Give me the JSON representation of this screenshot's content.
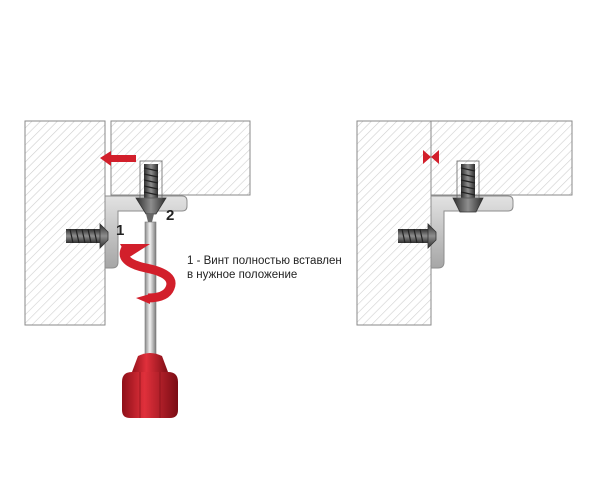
{
  "labels": {
    "marker_1": "1",
    "marker_2": "2",
    "caption_line1": "1 - Винт полностью вставлен",
    "caption_line2": "в нужное положение"
  },
  "colors": {
    "accent_red": "#d21f2b",
    "panel_border": "#8a8a8a",
    "hatch": "#c8c8c8",
    "screw_dark": "#444444",
    "bracket_gray": "#b9b9b9"
  },
  "icons": {
    "arrow_left": "arrow-left-icon",
    "rotate": "rotate-arrow-icon",
    "close_gap": "close-gap-icon"
  }
}
